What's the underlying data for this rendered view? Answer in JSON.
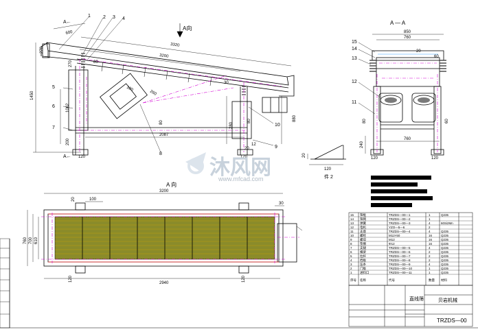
{
  "views": {
    "side_view_label": "A←",
    "arrow_view_label": "A向",
    "section_title": "A — A",
    "plan_title": "A 向",
    "detail_note": "件 2",
    "section_marker_left": "A←"
  },
  "dimensions": {
    "side": [
      "600",
      "270",
      "3320",
      "3200",
      "270",
      "80",
      "1450",
      "1062",
      "180",
      "260",
      "2087",
      "80",
      "200",
      "120",
      "880",
      "80",
      "20",
      "12",
      "30",
      "280",
      "120"
    ],
    "section": [
      "850",
      "760",
      "20",
      "60",
      "80",
      "60",
      "240",
      "760",
      "120",
      "120"
    ],
    "detail": [
      "20",
      "120"
    ],
    "plan": [
      "3200",
      "20",
      "100",
      "760",
      "700",
      "610",
      "2940",
      "120",
      "120",
      "30"
    ]
  },
  "callouts": {
    "side": [
      "1",
      "2",
      "3",
      "4",
      "5",
      "6",
      "7",
      "8",
      "9",
      "10"
    ],
    "section": [
      "15",
      "14",
      "13",
      "12",
      "11"
    ]
  },
  "watermark": {
    "brand": "沐风网",
    "url": "www.mfcad.com"
  },
  "title_block": {
    "drawing_name": "直线筛",
    "drawing_number": "TRZDS—00",
    "company": "贝岩机械",
    "bom_rows": [
      [
        "15",
        "筛框",
        "TRZDS—00—1",
        "1",
        "Q235"
      ],
      [
        "14",
        "筛网",
        "TRZDS—00—2",
        "1",
        ""
      ],
      [
        "13",
        "弹簧",
        "TRZDS—00—3",
        "4",
        "60Si2Mn"
      ],
      [
        "12",
        "电机",
        "YZO—5—6",
        "2",
        ""
      ],
      [
        "11",
        "支座",
        "TRZDS—00—4",
        "4",
        "Q235"
      ],
      [
        "10",
        "螺栓",
        "M12×50",
        "16",
        "Q235"
      ],
      [
        "9",
        "螺母",
        "M12",
        "16",
        "Q235"
      ],
      [
        "8",
        "垫圈",
        "Φ12",
        "16",
        "Q235"
      ],
      [
        "7",
        "支腿",
        "TRZDS—00—5",
        "4",
        "Q235"
      ],
      [
        "6",
        "横梁",
        "TRZDS—00—6",
        "2",
        "Q235"
      ],
      [
        "5",
        "拉杆",
        "TRZDS—00—7",
        "2",
        "Q235"
      ],
      [
        "4",
        "挡板",
        "TRZDS—00—8",
        "2",
        "Q235"
      ],
      [
        "3",
        "压条",
        "TRZDS—00—9",
        "4",
        "Q235"
      ],
      [
        "2",
        "门板",
        "TRZDS—00—10",
        "1",
        "Q235"
      ],
      [
        "1",
        "进料口",
        "TRZDS—00—11",
        "1",
        "Q235"
      ]
    ],
    "header": [
      "序号",
      "名称",
      "代号",
      "数量",
      "材料"
    ]
  },
  "colors": {
    "outline": "#000000",
    "centerline": "#d400d4",
    "screen_fill": "#8b8b2a",
    "screen_mesh": "#c9a800",
    "motor_gray": "#7a7a7a",
    "spring": "#404040",
    "edge_red": "#ff3030"
  }
}
